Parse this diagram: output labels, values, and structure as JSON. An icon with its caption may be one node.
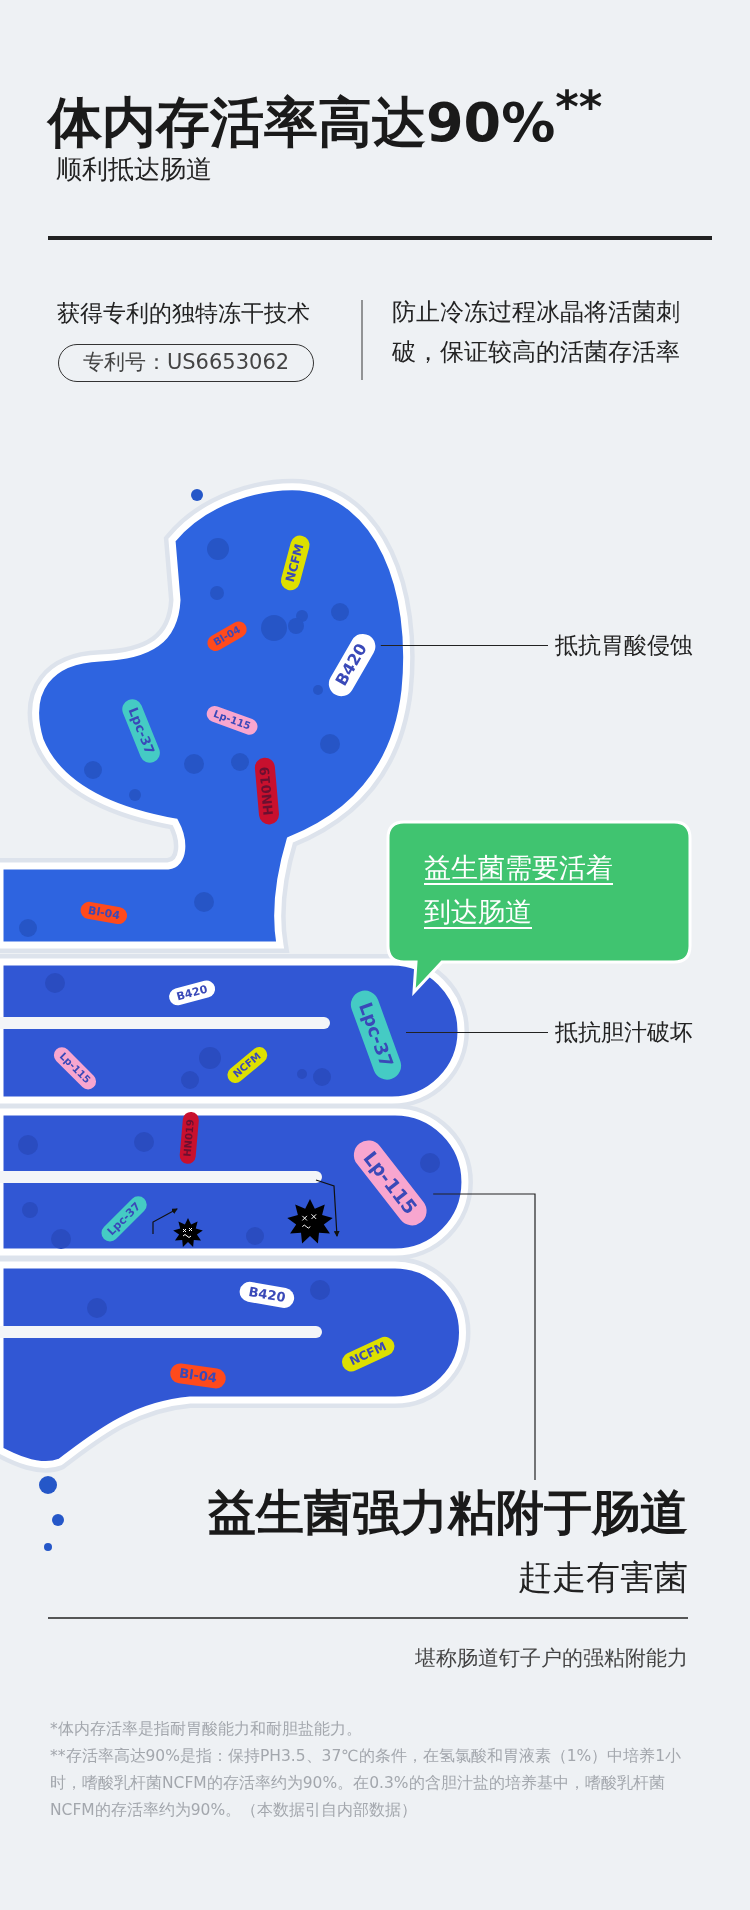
{
  "diagram": {
    "title": "体内存活率高达90%$^{**}$",
    "nodes": [
      {
        "text": [
          "专利号：US6653062"
        ],
        "beside": [
          "获得专利的独特冻干技术"
        ]
      },
      {
        "text": [
          "NCFM"
        ]
      },
      {
        "text": [
          "Bl-04"
        ]
      },
      {
        "text": [
          "B420"
        ]
      },
      {
        "text": [
          "Lp-115"
        ]
      },
      {
        "text": [
          "Lpc-37"
        ]
      },
      {
        "text": [
          "HN019"
        ]
      },
      {
        "text": [
          "Bl-04"
        ]
      },
      {
        "text": [
          "B420"
        ]
      },
      {
        "text": [
          "Lpc-37"
        ]
      },
      {
        "text": [
          "Lp-115"
        ]
      },
      {
        "text": [
          "NCFM"
        ]
      },
      {
        "text": [
          "HN019"
        ]
      },
      {
        "text": [
          "Lp-115"
        ]
      },
      {
        "text": [
          "Lpc-37"
        ]
      },
      {
        "text": [
          "B420"
        ]
      },
      {
        "text": [
          "NCFM"
        ]
      },
      {
        "text": [
          "Bl-04"
        ]
      },
      {
        "text": [
          "抵抗胃酸侵蚀"
        ]
      },
      {
        "text": [
          "益生菌需要活着到达肠道"
        ]
      },
      {
        "text": [
          "抵抗胆汁破坏"
        ]
      },
      {
        "text": [
          "益生菌强力粘附于肠道"
        ]
      }
    ],
    "edges": [
      {
        "from": 18,
        "to": 3,
        "arrow": "none"
      },
      {
        "from": 20,
        "to": 9,
        "arrow": "none"
      },
      {
        "from": 21,
        "to": 13,
        "arrow": "none"
      }
    ],
    "labels": [
      "顺利抵达肠道",
      "防止冷冻过程冰晶将活菌刺破，保证较高的活菌存活率",
      "赶走有害菌",
      "堪称肠道钉子户的强粘附能力",
      "*体内存活率是指耐胃酸能力和耐胆盐能力。",
      "**存活率高达90%是指：保持PH3.5、37℃的条件，在氢氯酸和胃液素（1%）中培养1小时，嗜酸乳杆菌NCFM的存活率约为90%。在0.3%的含胆汁盐的培养基中，嗜酸乳杆菌NCFM的存活率约为90%。（本数据引自内部数据）"
    ]
  }
}
